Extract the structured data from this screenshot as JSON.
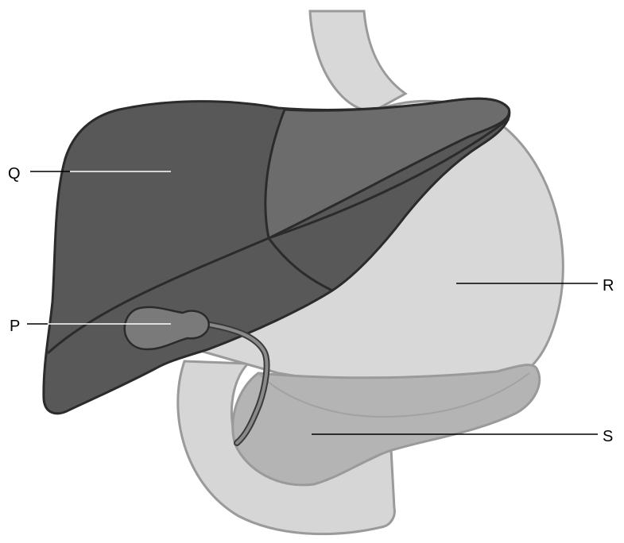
{
  "labels": {
    "p": "P",
    "q": "Q",
    "r": "R",
    "s": "S"
  },
  "colors": {
    "background": "#ffffff",
    "outline": "#2b2b2b",
    "organ_outline": "#9a9a9a",
    "liver_dark": "#585858",
    "liver_mid": "#6c6c6c",
    "stomach": "#d8d8d8",
    "pancreas": "#b4b4b4",
    "duodenum": "#d6d6d6",
    "gallbladder": "#7a7a7a"
  }
}
